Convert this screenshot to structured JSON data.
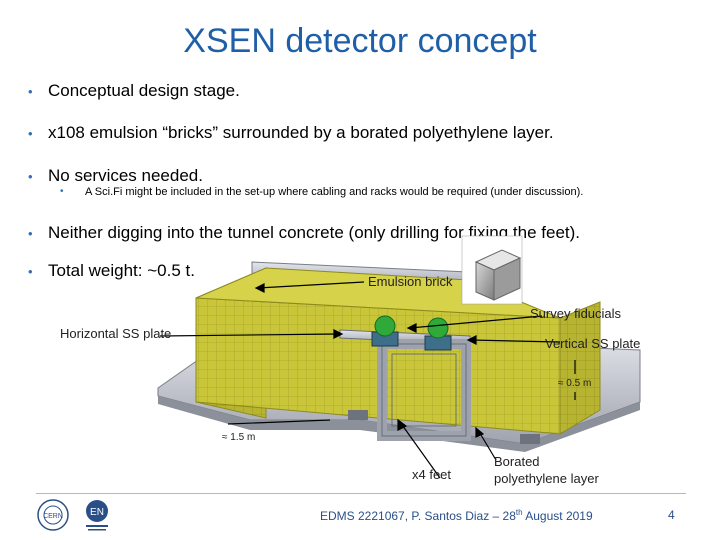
{
  "slide": {
    "title": "XSEN detector concept",
    "bullets": [
      {
        "text": "Conceptual design stage."
      },
      {
        "text": "x108 emulsion “bricks” surrounded by a borated polyethylene layer."
      },
      {
        "text": "No services needed."
      },
      {
        "text": "Neither digging into the tunnel concrete (only drilling for fixing the feet)."
      },
      {
        "text": "Total weight: ~0.5 t."
      }
    ],
    "sub_bullet": "A Sci.Fi might be included in the set-up where cabling and racks would be required (under discussion).",
    "figure_labels": {
      "emulsion_brick": "Emulsion brick",
      "survey_fiducials": "Survey fiducials",
      "horizontal_plate": "Horizontal SS plate",
      "vertical_plate": "Vertical SS plate",
      "dim_05": "≈ 0.5 m",
      "dim_15": "≈ 1.5 m",
      "feet": "x4 feet",
      "borated_line1": "Borated",
      "borated_line2": "polyethylene layer"
    },
    "footer": {
      "text_before": "EDMS 2221067, P. Santos Diaz – 28",
      "superscript": "th",
      "text_after": " August 2019",
      "page": "4"
    },
    "logos": [
      {
        "name": "cern-logo",
        "text": "CERN"
      },
      {
        "name": "en-logo",
        "text": "EN"
      }
    ],
    "colors": {
      "title": "#1f5fa8",
      "bullet_dot": "#2f6fb6",
      "footer": "#2a4f88"
    }
  }
}
